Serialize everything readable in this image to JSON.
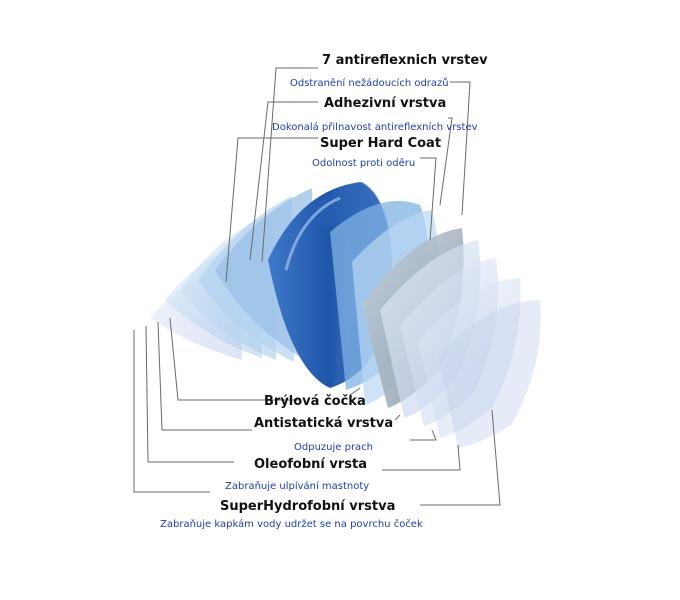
{
  "colors": {
    "leader": "#6a6a6a",
    "title": "#111111",
    "subtitle": "#1c3fae"
  },
  "top_labels": [
    {
      "title": "7 antireflexnich vrstev",
      "subtitle": "Odstranění nežádoucích odrazů"
    },
    {
      "title": "Adhezivní vrstva",
      "subtitle": "Dokonalá přilnavost antireflexních vrstev"
    },
    {
      "title": "Super Hard Coat",
      "subtitle": "Odolnost proti oděru"
    }
  ],
  "bottom_labels": [
    {
      "title": "Brýlová čočka",
      "subtitle": ""
    },
    {
      "title": "Antistatická vrstva",
      "subtitle": "Odpuzuje prach"
    },
    {
      "title": "Oleofobní vrsta",
      "subtitle": "Zabraňuje ulpívání mastnoty"
    },
    {
      "title": "SuperHydrofobní vrstva",
      "subtitle": "Zabraňuje kapkám vody udržet se na povrchu čoček"
    }
  ]
}
